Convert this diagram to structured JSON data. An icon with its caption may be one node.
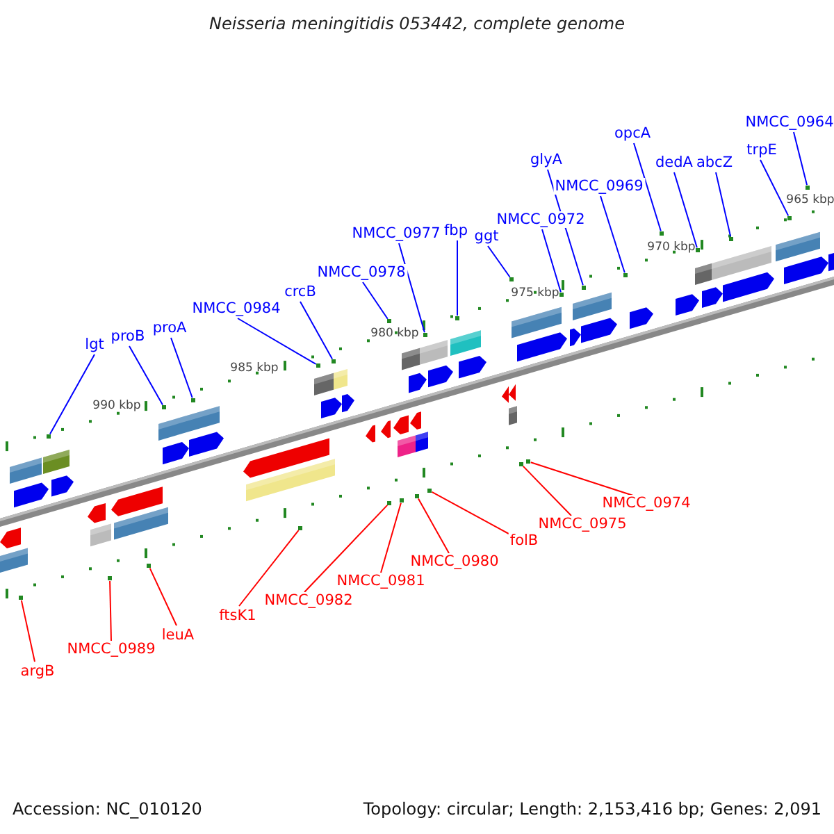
{
  "diagram": {
    "title": "Neisseria meningitidis 053442, complete genome",
    "nodes": [
      {
        "text": [
          "lgt"
        ]
      },
      {
        "text": [
          "proB"
        ]
      },
      {
        "text": [
          "proA"
        ]
      },
      {
        "text": [
          "NMCC_0984"
        ]
      },
      {
        "text": [
          "crcB"
        ]
      },
      {
        "text": [
          "NMCC_0978"
        ]
      },
      {
        "text": [
          "NMCC_0977"
        ]
      },
      {
        "text": [
          "fbp"
        ]
      },
      {
        "text": [
          "ggt"
        ]
      },
      {
        "text": [
          "NMCC_0972"
        ]
      },
      {
        "text": [
          "glyA"
        ]
      },
      {
        "text": [
          "NMCC_0969"
        ]
      },
      {
        "text": [
          "opcA"
        ]
      },
      {
        "text": [
          "dedA"
        ]
      },
      {
        "text": [
          "abcZ"
        ]
      },
      {
        "text": [
          "trpE"
        ]
      },
      {
        "text": [
          "NMCC_0964"
        ]
      },
      {
        "text": [
          "argB"
        ]
      },
      {
        "text": [
          "NMCC_0989"
        ]
      },
      {
        "text": [
          "leuA"
        ]
      },
      {
        "text": [
          "ftsK1"
        ]
      },
      {
        "text": [
          "NMCC_0982"
        ]
      },
      {
        "text": [
          "NMCC_0981"
        ]
      },
      {
        "text": [
          "NMCC_0980"
        ]
      },
      {
        "text": [
          "folB"
        ]
      },
      {
        "text": [
          "NMCC_0975"
        ]
      },
      {
        "text": [
          "NMCC_0974"
        ]
      },
      {
        "text": [],
        "shape": "dot"
      },
      {
        "text": [],
        "shape": "dot"
      },
      {
        "text": [],
        "shape": "dot"
      },
      {
        "text": [],
        "shape": "dot"
      },
      {
        "text": [],
        "shape": "dot"
      },
      {
        "text": [],
        "shape": "dot"
      },
      {
        "text": [],
        "shape": "dot"
      },
      {
        "text": [],
        "shape": "dot"
      },
      {
        "text": [],
        "shape": "dot"
      },
      {
        "text": [],
        "shape": "dot"
      },
      {
        "text": [],
        "shape": "dot"
      },
      {
        "text": [],
        "shape": "dot"
      },
      {
        "text": [],
        "shape": "dot"
      },
      {
        "text": [],
        "shape": "dot"
      },
      {
        "text": [],
        "shape": "dot"
      },
      {
        "text": [],
        "shape": "dot"
      },
      {
        "text": [],
        "shape": "dot"
      },
      {
        "text": [],
        "shape": "dot"
      },
      {
        "text": [],
        "shape": "dot"
      },
      {
        "text": [],
        "shape": "dot"
      },
      {
        "text": [],
        "shape": "dot"
      },
      {
        "text": [],
        "shape": "dot"
      },
      {
        "text": [],
        "shape": "dot"
      },
      {
        "text": [],
        "shape": "dot"
      },
      {
        "text": [],
        "shape": "dot"
      },
      {
        "text": [],
        "shape": "dot"
      },
      {
        "text": [],
        "shape": "dot"
      }
    ],
    "edges": [
      {
        "from": 0,
        "to": 27,
        "arrow": "none"
      },
      {
        "from": 1,
        "to": 28,
        "arrow": "none"
      },
      {
        "from": 2,
        "to": 29,
        "arrow": "none"
      },
      {
        "from": 3,
        "to": 30,
        "arrow": "none"
      },
      {
        "from": 4,
        "to": 31,
        "arrow": "none"
      },
      {
        "from": 5,
        "to": 32,
        "arrow": "none"
      },
      {
        "from": 6,
        "to": 33,
        "arrow": "none"
      },
      {
        "from": 7,
        "to": 34,
        "arrow": "none"
      },
      {
        "from": 8,
        "to": 35,
        "arrow": "none"
      },
      {
        "from": 9,
        "to": 36,
        "arrow": "none"
      },
      {
        "from": 10,
        "to": 37,
        "arrow": "none"
      },
      {
        "from": 11,
        "to": 38,
        "arrow": "none"
      },
      {
        "from": 12,
        "to": 39,
        "arrow": "none"
      },
      {
        "from": 13,
        "to": 40,
        "arrow": "none"
      },
      {
        "from": 14,
        "to": 41,
        "arrow": "none"
      },
      {
        "from": 15,
        "to": 42,
        "arrow": "none"
      },
      {
        "from": 16,
        "to": 43,
        "arrow": "none"
      },
      {
        "from": 17,
        "to": 44,
        "arrow": "none",
        "color": "#ff0000"
      },
      {
        "from": 18,
        "to": 45,
        "arrow": "none",
        "color": "#ff0000"
      },
      {
        "from": 19,
        "to": 46,
        "arrow": "none",
        "color": "#ff0000"
      },
      {
        "from": 20,
        "to": 47,
        "arrow": "none",
        "color": "#ff0000"
      },
      {
        "from": 21,
        "to": 48,
        "arrow": "none",
        "color": "#ff0000"
      },
      {
        "from": 22,
        "to": 49,
        "arrow": "none",
        "color": "#ff0000"
      },
      {
        "from": 23,
        "to": 50,
        "arrow": "none",
        "color": "#ff0000"
      },
      {
        "from": 24,
        "to": 51,
        "arrow": "none",
        "color": "#ff0000"
      },
      {
        "from": 25,
        "to": 52,
        "arrow": "none",
        "color": "#ff0000"
      },
      {
        "from": 26,
        "to": 53,
        "arrow": "none",
        "color": "#ff0000"
      }
    ],
    "labels": [
      "990 kbp",
      "985 kbp",
      "980 kbp",
      "975 kbp",
      "970 kbp",
      "965 kbp",
      "Accession: NC_010120",
      "Topology: circular; Length: 2,153,416 bp; Genes: 2,091"
    ]
  }
}
